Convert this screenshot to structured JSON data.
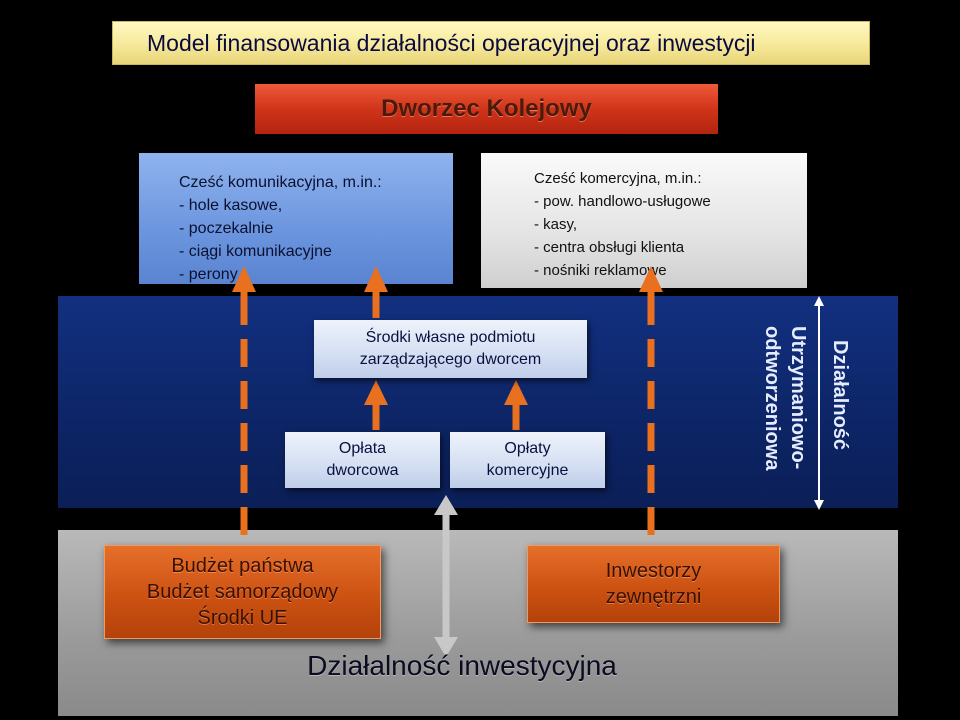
{
  "title": "Model finansowania działalności operacyjnej oraz inwestycji",
  "station": "Dworzec Kolejowy",
  "communication_part": {
    "heading": "Cześć komunikacyjna, m.in.:",
    "items": [
      "- hole kasowe,",
      "- poczekalnie",
      "- ciągi komunikacyjne",
      "- perony"
    ]
  },
  "commercial_part": {
    "heading": "Cześć komercyjna, m.in.:",
    "items": [
      "- pow. handlowo-usługowe",
      "- kasy,",
      "- centra obsługi klienta",
      "- nośniki reklamowe"
    ]
  },
  "own_funds": {
    "line1": "Środki własne podmiotu",
    "line2": "zarządzającego dworcem"
  },
  "station_fee": {
    "line1": "Opłata",
    "line2": "dworcowa"
  },
  "commercial_fees": {
    "line1": "Opłaty",
    "line2": "komercyjne"
  },
  "operational_activity": {
    "line1": "Działalność",
    "line2": "Utrzymaniowo-",
    "line3": "odtworzeniowa"
  },
  "public_funds": {
    "line1": "Budżet państwa",
    "line2": "Budżet samorządowy",
    "line3": "Środki UE"
  },
  "external_investors": {
    "line1": "Inwestorzy",
    "line2": "zewnętrzni"
  },
  "investment_activity": "Działalność inwestycyjna",
  "colors": {
    "orange_arrow": "#e8701e",
    "white_arrow": "#ffffff",
    "grey_arrow": "#c8c8c8"
  }
}
